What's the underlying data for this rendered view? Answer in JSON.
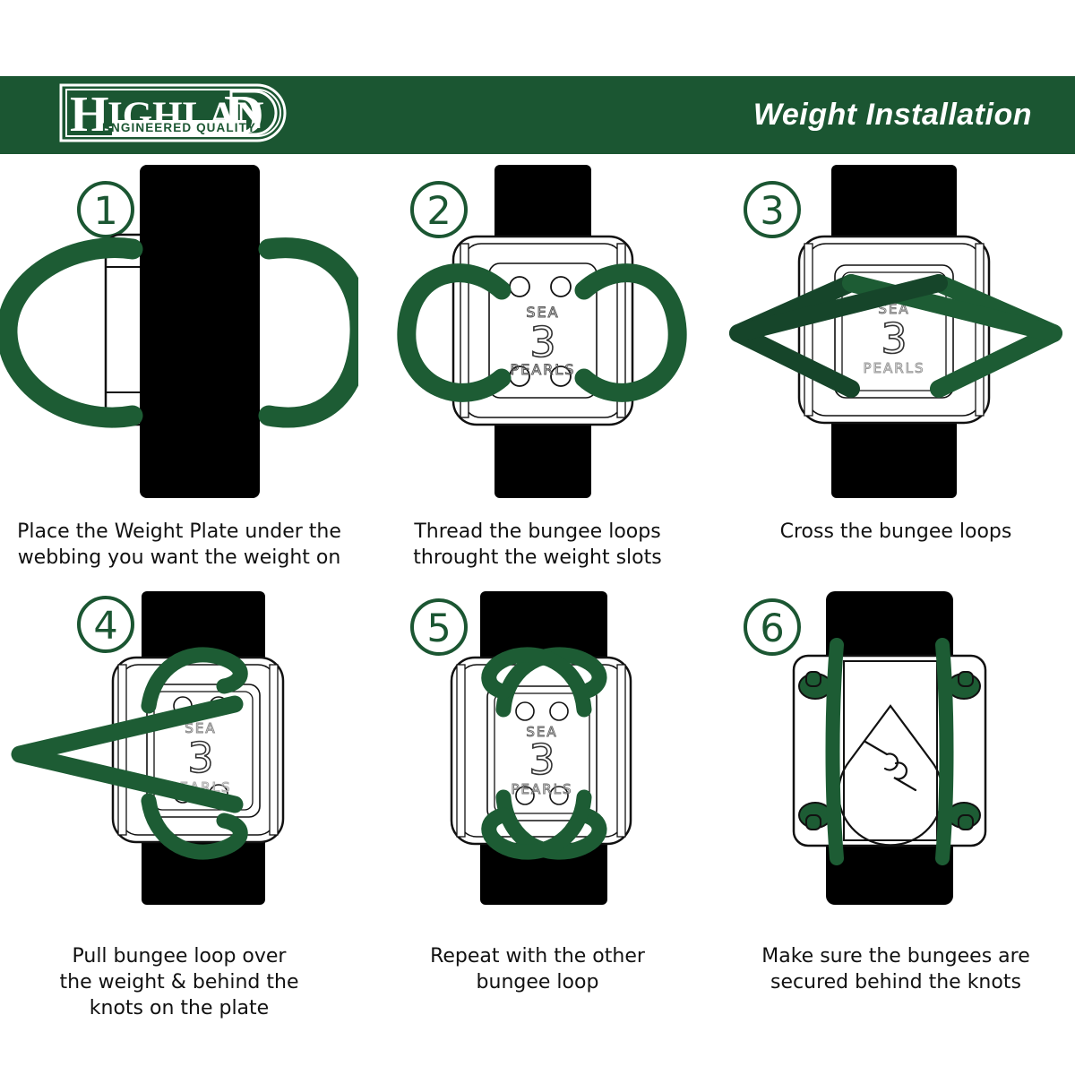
{
  "header": {
    "title": "Weight Installation",
    "logo": {
      "brand": "HIGHLAND",
      "brand_lead": "H",
      "brand_rest": "IGHLAN",
      "brand_tail": "D",
      "tagline": "ENGINEERED QUALITY"
    },
    "background_color": "#1b5632",
    "text_color": "#ffffff"
  },
  "colors": {
    "green": "#1b5632",
    "bungee": "#1d5c34",
    "webbing": "#000000",
    "plate_line": "#111111",
    "plate_fill": "#ffffff",
    "caption": "#111111"
  },
  "plate": {
    "line1": "SEA",
    "line2": "3",
    "line3": "PEARLS",
    "hole_count": 4,
    "back_logo": "water-droplet-logo",
    "knot_count": 4
  },
  "steps": [
    {
      "number": "1",
      "caption": "Place the Weight Plate under the\nwebbing you want the weight on",
      "illustration": "weight-plate-under-webbing"
    },
    {
      "number": "2",
      "caption": "Thread the bungee loops\nthrought the weight slots",
      "illustration": "bungee-threaded-through-slots"
    },
    {
      "number": "3",
      "caption": "Cross the bungee loops",
      "illustration": "bungee-loops-crossed"
    },
    {
      "number": "4",
      "caption": "Pull bungee loop over\nthe weight & behind the\nknots on the plate",
      "illustration": "bungee-loop-pulled-over-weight"
    },
    {
      "number": "5",
      "caption": "Repeat with the other\nbungee loop",
      "illustration": "second-bungee-loop-repeated"
    },
    {
      "number": "6",
      "caption": "Make sure the bungees are\nsecured behind the knots",
      "illustration": "back-view-bungees-behind-knots"
    }
  ]
}
